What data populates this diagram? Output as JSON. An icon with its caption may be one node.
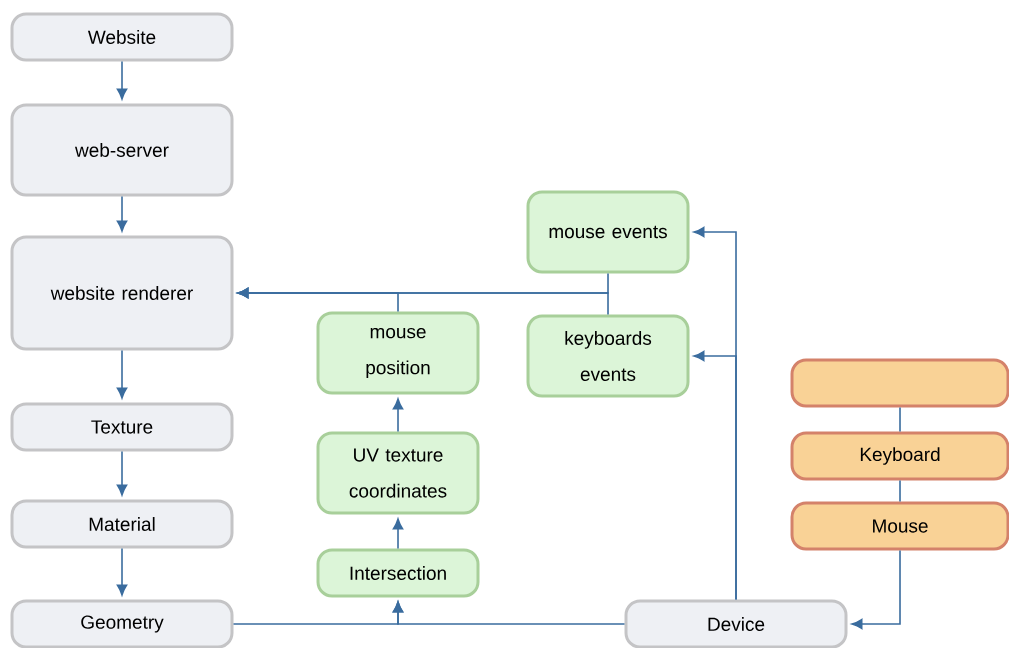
{
  "diagram": {
    "nodes": [
      {
        "text": [
          "Website"
        ]
      },
      {
        "text": [
          "web-server"
        ]
      },
      {
        "text": [
          "website renderer"
        ]
      },
      {
        "text": [
          "Texture"
        ]
      },
      {
        "text": [
          "Material"
        ]
      },
      {
        "text": [
          "Geometry"
        ]
      },
      {
        "text": [
          "mouse events"
        ]
      },
      {
        "text": [
          "mouse position"
        ]
      },
      {
        "text": [
          "keyboards events"
        ]
      },
      {
        "text": [
          "UV texture coordinates"
        ]
      },
      {
        "text": [
          "Intersection"
        ]
      },
      {
        "text": [],
        "shape": "box"
      },
      {
        "text": [
          "Keyboard"
        ]
      },
      {
        "text": [
          "Mouse"
        ]
      },
      {
        "text": [
          "Device"
        ]
      }
    ],
    "edges": [
      {
        "from": 0,
        "to": 1,
        "arrow": "to"
      },
      {
        "from": 1,
        "to": 2,
        "arrow": "to"
      },
      {
        "from": 2,
        "to": 3,
        "arrow": "to"
      },
      {
        "from": 3,
        "to": 4,
        "arrow": "to"
      },
      {
        "from": 4,
        "to": 5,
        "arrow": "to"
      },
      {
        "from": 5,
        "to": 10,
        "arrow": "to"
      },
      {
        "from": 14,
        "to": 10,
        "arrow": "to"
      },
      {
        "from": 10,
        "to": 9,
        "arrow": "to"
      },
      {
        "from": 9,
        "to": 7,
        "arrow": "to"
      },
      {
        "from": 7,
        "to": 2,
        "arrow": "to"
      },
      {
        "from": 6,
        "to": 2,
        "arrow": "to"
      },
      {
        "from": 8,
        "to": 2,
        "arrow": "to"
      },
      {
        "from": 14,
        "to": 6,
        "arrow": "to"
      },
      {
        "from": 14,
        "to": 8,
        "arrow": "to"
      },
      {
        "from": 11,
        "to": 12,
        "arrow": "none"
      },
      {
        "from": 12,
        "to": 13,
        "arrow": "none"
      },
      {
        "from": 13,
        "to": 14,
        "arrow": "to"
      }
    ]
  }
}
